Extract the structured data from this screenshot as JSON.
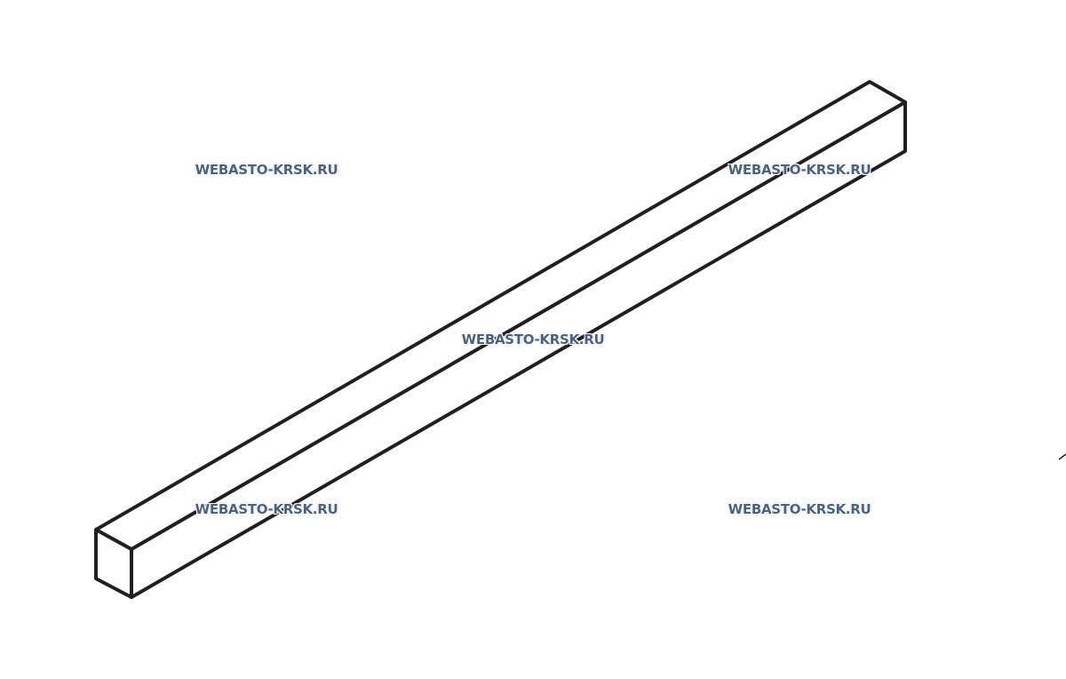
{
  "drawing": {
    "stroke_color": "#231f20",
    "fill_color": "#ffffff"
  },
  "watermarks": [
    {
      "text": "WEBASTO-KRSK.RU"
    },
    {
      "text": "WEBASTO-KRSK.RU"
    },
    {
      "text": "WEBASTO-KRSK.RU"
    },
    {
      "text": "WEBASTO-KRSK.RU"
    },
    {
      "text": "WEBASTO-KRSK.RU"
    }
  ]
}
